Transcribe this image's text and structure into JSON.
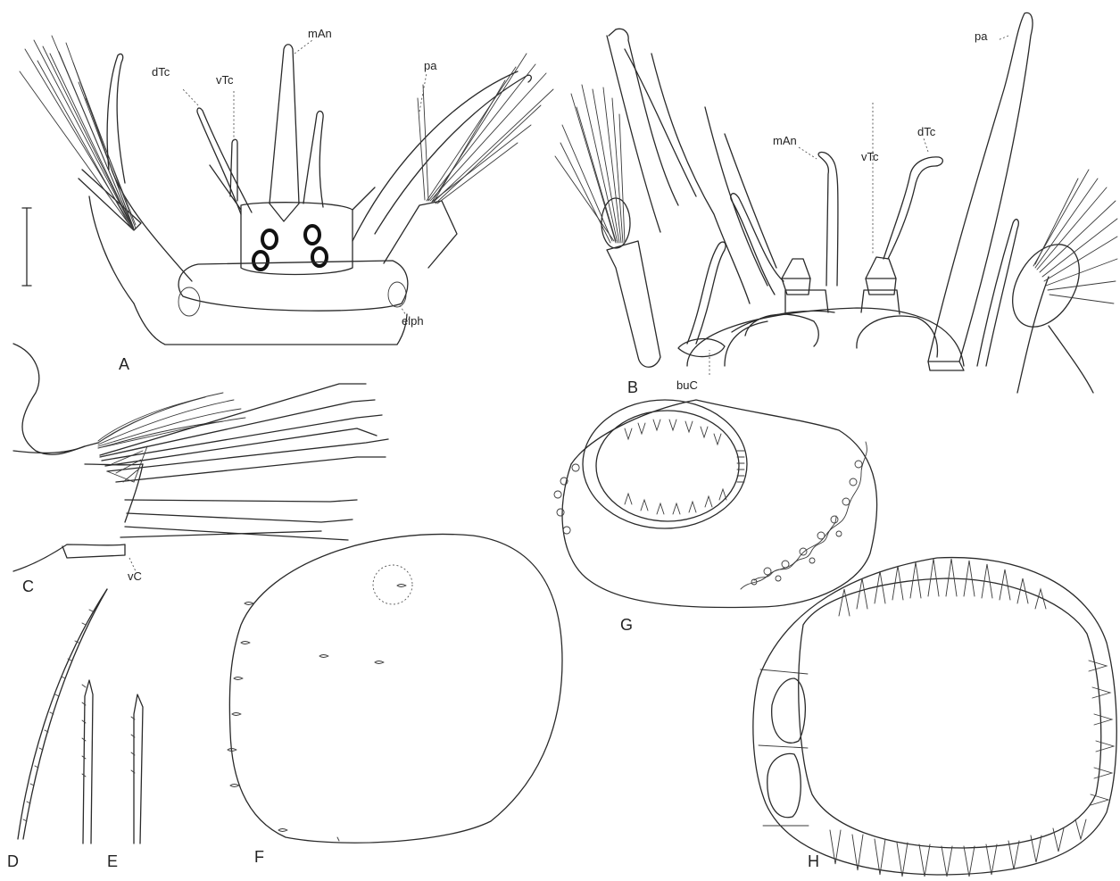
{
  "panels": {
    "A": {
      "letter": "A",
      "labels": {
        "dTc": "dTc",
        "vTc": "vTc",
        "mAn": "mAn",
        "pa": "pa",
        "elph": "elph"
      }
    },
    "B": {
      "letter": "B",
      "labels": {
        "mAn": "mAn",
        "vTc": "vTc",
        "dTc": "dTc",
        "pa": "pa",
        "buC": "buC"
      }
    },
    "C": {
      "letter": "C",
      "labels": {
        "vC": "vC"
      }
    },
    "D": {
      "letter": "D"
    },
    "E": {
      "letter": "E"
    },
    "F": {
      "letter": "F"
    },
    "G": {
      "letter": "G"
    },
    "H": {
      "letter": "H"
    }
  }
}
